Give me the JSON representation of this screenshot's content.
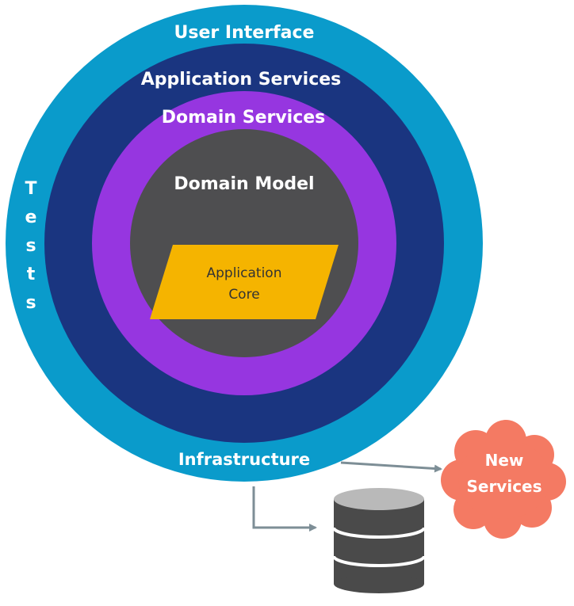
{
  "layers": {
    "user_interface": "User Interface",
    "application_services": "Application Services",
    "domain_services": "Domain Services",
    "domain_model": "Domain Model",
    "infrastructure": "Infrastructure"
  },
  "core": {
    "line1": "Application",
    "line2": "Core"
  },
  "tests": {
    "letters": [
      "T",
      "e",
      "s",
      "t",
      "s"
    ]
  },
  "new_services": {
    "line1": "New",
    "line2": "Services"
  },
  "colors": {
    "outer_ring": "#0a9bcb",
    "app_services_ring": "#1a3580",
    "domain_services_ring": "#9636e0",
    "domain_model": "#4e4e50",
    "core": "#f5b400",
    "core_text": "#333333",
    "cloud": "#f47a63",
    "database": "#4a4a4a",
    "database_top": "#b9b9b9",
    "arrow": "#7d8e96",
    "light_text": "#ffffff"
  }
}
